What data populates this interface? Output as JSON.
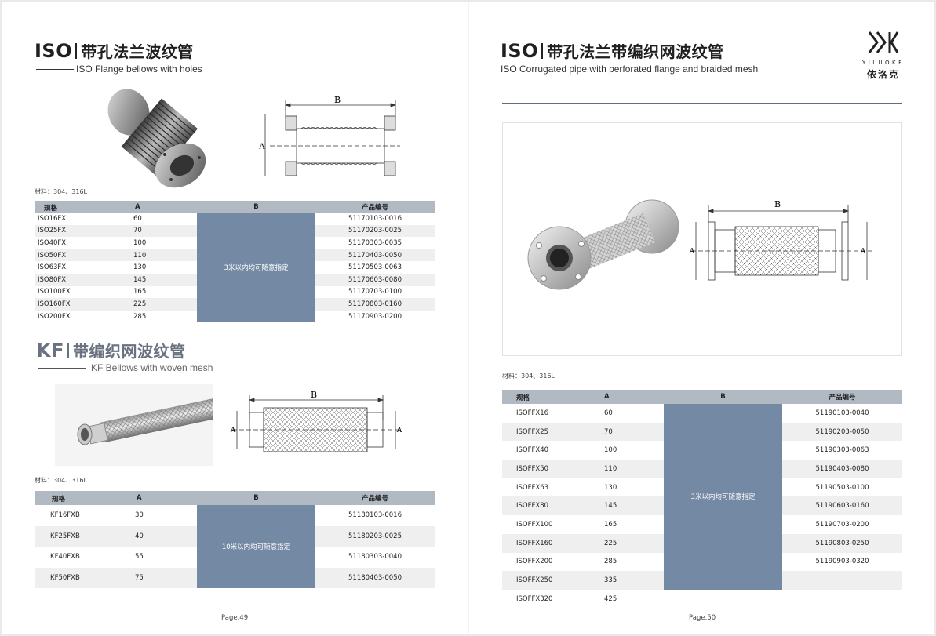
{
  "left_page": {
    "section1": {
      "title_prefix": "ISO",
      "title_cn": "带孔法兰波纹管",
      "subtitle": "ISO Flange bellows with holes",
      "diagram_label": "B",
      "diagram_label_a": "A",
      "material": "材料：304、316L",
      "table": {
        "headers": [
          "规格",
          "A",
          "B",
          "产品编号"
        ],
        "rows": [
          [
            "ISO16FX",
            "60",
            "51170103-0016"
          ],
          [
            "ISO25FX",
            "70",
            "51170203-0025"
          ],
          [
            "ISO40FX",
            "100",
            "51170303-0035"
          ],
          [
            "ISO50FX",
            "110",
            "51170403-0050"
          ],
          [
            "ISO63FX",
            "130",
            "51170503-0063"
          ],
          [
            "ISO80FX",
            "145",
            "51170603-0080"
          ],
          [
            "ISO100FX",
            "165",
            "51170703-0100"
          ],
          [
            "ISO160FX",
            "225",
            "51170803-0160"
          ],
          [
            "ISO200FX",
            "285",
            "51170903-0200"
          ]
        ],
        "b_note": "3米以内均可随意指定"
      }
    },
    "section2": {
      "title_prefix": "KF",
      "title_cn": "带编织网波纹管",
      "subtitle": "KF Bellows with woven mesh",
      "diagram_label": "B",
      "diagram_label_a": "A",
      "material": "材料：304、316L",
      "table": {
        "headers": [
          "规格",
          "A",
          "B",
          "产品编号"
        ],
        "rows": [
          [
            "KF16FXB",
            "30",
            "51180103-0016"
          ],
          [
            "KF25FXB",
            "40",
            "51180203-0025"
          ],
          [
            "KF40FXB",
            "55",
            "51180303-0040"
          ],
          [
            "KF50FXB",
            "75",
            "51180403-0050"
          ]
        ],
        "b_note": "10米以内均可随意指定"
      }
    },
    "page_number": "Page.49"
  },
  "right_page": {
    "title_prefix": "ISO",
    "title_cn": "带孔法兰带编织网波纹管",
    "subtitle": "ISO Corrugated pipe with perforated flange and braided mesh",
    "logo": {
      "en": "YILUOKE",
      "cn": "依洛克"
    },
    "diagram_label": "B",
    "diagram_label_a": "A",
    "material": "材料：304、316L",
    "table": {
      "headers": [
        "规格",
        "A",
        "B",
        "产品编号"
      ],
      "rows": [
        [
          "ISOFFX16",
          "60",
          "51190103-0040"
        ],
        [
          "ISOFFX25",
          "70",
          "51190203-0050"
        ],
        [
          "ISOFFX40",
          "100",
          "51190303-0063"
        ],
        [
          "ISOFFX50",
          "110",
          "51190403-0080"
        ],
        [
          "ISOFFX63",
          "130",
          "51190503-0100"
        ],
        [
          "ISOFFX80",
          "145",
          "51190603-0160"
        ],
        [
          "ISOFFX100",
          "165",
          "51190703-0200"
        ],
        [
          "ISOFFX160",
          "225",
          "51190803-0250"
        ],
        [
          "ISOFFX200",
          "285",
          "51190903-0320"
        ],
        [
          "ISOFFX250",
          "335",
          ""
        ],
        [
          "ISOFFX320",
          "425",
          ""
        ]
      ],
      "b_note": "3米以内均可随意指定"
    },
    "page_number": "Page.50"
  },
  "colors": {
    "header_bg": "#b1bac3",
    "b_column": "#7489a4",
    "row_alt": "#efefef",
    "grey_title": "#6a7282"
  }
}
